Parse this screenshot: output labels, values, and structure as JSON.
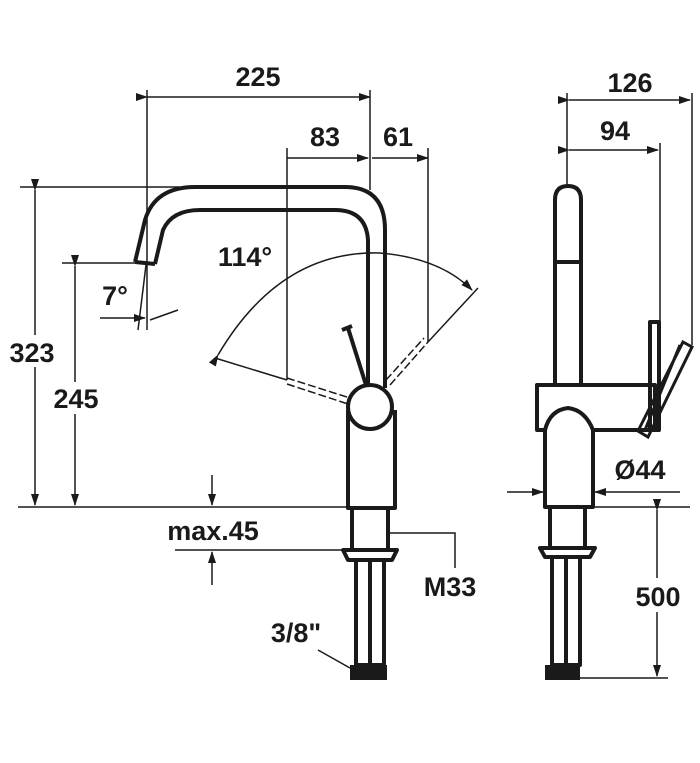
{
  "drawing": {
    "front_view": {
      "dim_spout_reach": "225",
      "dim_lever_left": "83",
      "dim_lever_right": "61",
      "dim_total_height": "323",
      "dim_outlet_height": "245",
      "dim_spout_angle": "7°",
      "dim_swivel_angle": "114°",
      "dim_max_thickness": "max.45",
      "dim_thread": "M33",
      "dim_hose_connection": "3/8\""
    },
    "side_view": {
      "dim_depth": "126",
      "dim_lever_depth": "94",
      "dim_diameter": "Ø44",
      "dim_hose_length": "500"
    },
    "colors": {
      "ink": "#1a1a1a",
      "background": "#ffffff"
    }
  }
}
